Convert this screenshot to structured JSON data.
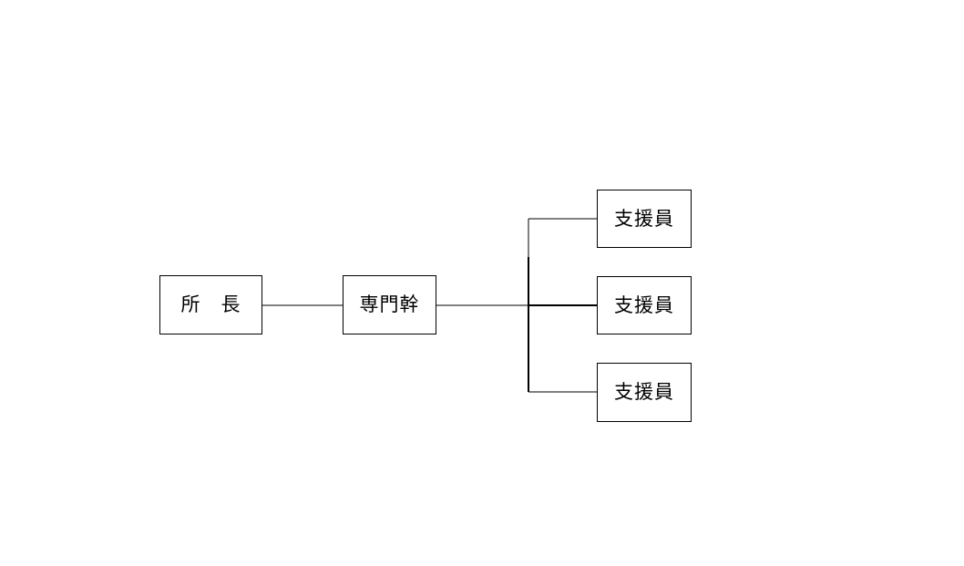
{
  "diagram": {
    "type": "org-chart",
    "nodes": [
      {
        "id": "director",
        "label": "所　長"
      },
      {
        "id": "senior-specialist",
        "label": "専門幹"
      },
      {
        "id": "support-staff-1",
        "label": "支援員"
      },
      {
        "id": "support-staff-2",
        "label": "支援員"
      },
      {
        "id": "support-staff-3",
        "label": "支援員"
      }
    ],
    "edges": [
      {
        "from": "director",
        "to": "senior-specialist"
      },
      {
        "from": "senior-specialist",
        "to": "support-staff-1"
      },
      {
        "from": "senior-specialist",
        "to": "support-staff-2"
      },
      {
        "from": "senior-specialist",
        "to": "support-staff-3"
      }
    ],
    "colors": {
      "line": "#000000",
      "box_border": "#000000",
      "box_fill": "#ffffff",
      "text": "#000000",
      "background": "#ffffff"
    }
  }
}
